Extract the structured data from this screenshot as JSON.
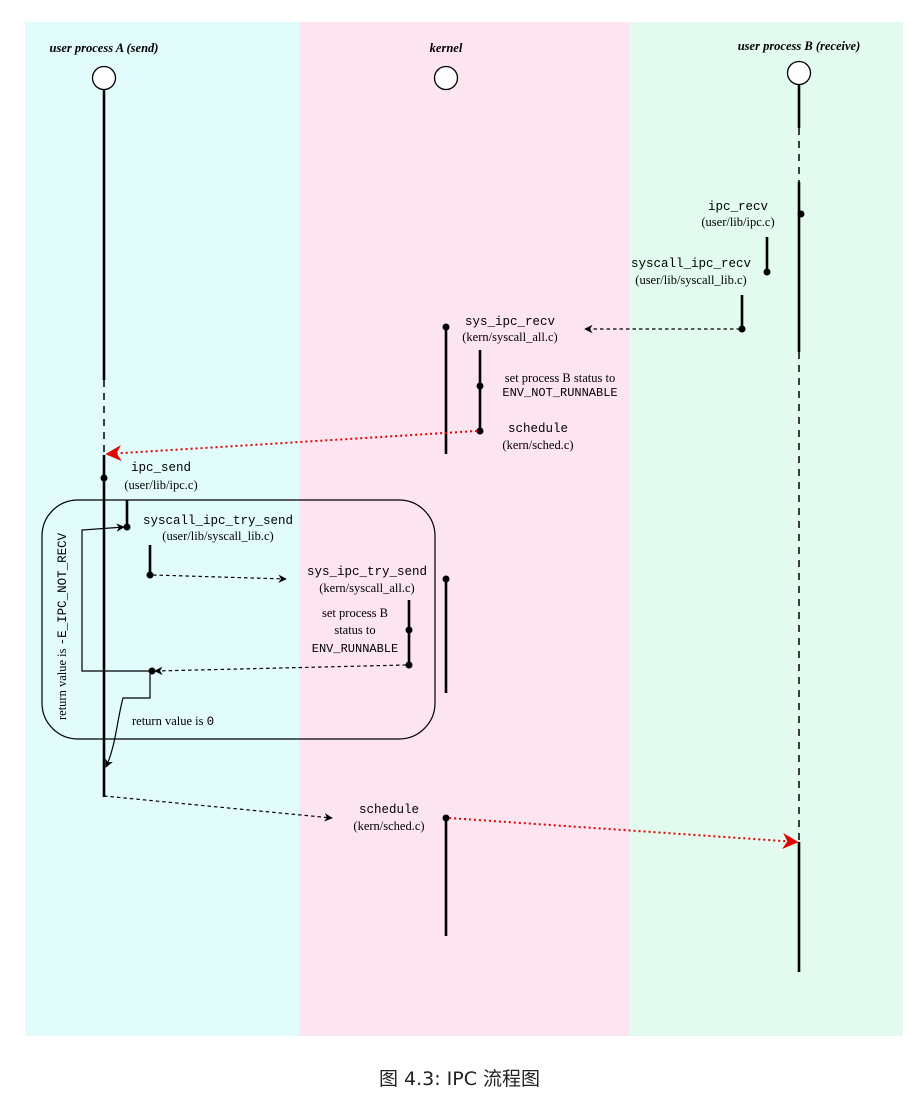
{
  "lanes": {
    "a_title": "user process A (send)",
    "k_title": "kernel",
    "b_title": "user process B (receive)"
  },
  "labels": {
    "ipc_recv_fn": "ipc_recv",
    "ipc_recv_file": "(user/lib/ipc.c)",
    "syscall_ipc_recv_fn": "syscall_ipc_recv",
    "syscall_ipc_recv_file": "(user/lib/syscall_lib.c)",
    "sys_ipc_recv_fn": "sys_ipc_recv",
    "sys_ipc_recv_file": "(kern/syscall_all.c)",
    "set_b_status_text": "set process B status to",
    "set_b_status_value": "ENV_NOT_RUNNABLE",
    "schedule1_fn": "schedule",
    "schedule1_file": "(kern/sched.c)",
    "ipc_send_fn": "ipc_send",
    "ipc_send_file": "(user/lib/ipc.c)",
    "syscall_ipc_try_send_fn": "syscall_ipc_try_send",
    "syscall_ipc_try_send_file": "(user/lib/syscall_lib.c)",
    "sys_ipc_try_send_fn": "sys_ipc_try_send",
    "sys_ipc_try_send_file": "(kern/syscall_all.c)",
    "set_b_runnable_l1": "set process B",
    "set_b_runnable_l2": "status to",
    "set_b_runnable_value": "ENV_RUNNABLE",
    "retry_text": "return value is ",
    "retry_value": "-E_IPC_NOT_RECV",
    "ok_text": "return value is ",
    "ok_value": "0",
    "schedule2_fn": "schedule",
    "schedule2_file": "(kern/sched.c)"
  },
  "caption": "图 4.3: IPC 流程图",
  "colors": {
    "lane_a": "#e2fcfc",
    "lane_kernel": "#fde4f1",
    "lane_b": "#e3fbef",
    "switch_arrow": "#e60000"
  }
}
